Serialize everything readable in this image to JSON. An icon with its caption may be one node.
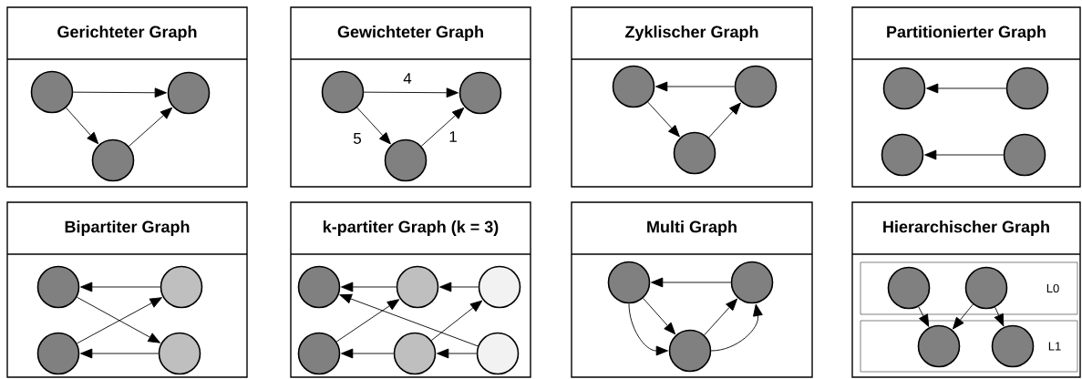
{
  "diagram": {
    "nodes": [
      {
        "text": [
          "Gerichteter Graph"
        ]
      },
      {
        "text": [],
        "shape": "circle",
        "in": 0
      },
      {
        "text": [],
        "shape": "circle",
        "in": 0
      },
      {
        "text": [],
        "shape": "circle",
        "in": 0
      },
      {
        "text": [
          "Gewichteter Graph"
        ]
      },
      {
        "text": [],
        "shape": "circle",
        "in": 4
      },
      {
        "text": [],
        "shape": "circle",
        "in": 4
      },
      {
        "text": [],
        "shape": "circle",
        "in": 4
      },
      {
        "text": [
          "Zyklischer Graph"
        ]
      },
      {
        "text": [],
        "shape": "circle",
        "in": 8
      },
      {
        "text": [],
        "shape": "circle",
        "in": 8
      },
      {
        "text": [],
        "shape": "circle",
        "in": 8
      },
      {
        "text": [
          "Partitionierter Graph"
        ]
      },
      {
        "text": [],
        "shape": "circle",
        "in": 12
      },
      {
        "text": [],
        "shape": "circle",
        "in": 12
      },
      {
        "text": [],
        "shape": "circle",
        "in": 12
      },
      {
        "text": [],
        "shape": "circle",
        "in": 12
      },
      {
        "text": [
          "Bipartiter Graph"
        ]
      },
      {
        "text": [],
        "shape": "circle",
        "in": 17
      },
      {
        "text": [],
        "shape": "circle",
        "in": 17
      },
      {
        "text": [],
        "shape": "circle",
        "in": 17
      },
      {
        "text": [],
        "shape": "circle",
        "in": 17
      },
      {
        "text": [
          "k-partiter Graph (k = 3)"
        ]
      },
      {
        "text": [],
        "shape": "circle",
        "in": 22
      },
      {
        "text": [],
        "shape": "circle",
        "in": 22
      },
      {
        "text": [],
        "shape": "circle",
        "in": 22
      },
      {
        "text": [],
        "shape": "circle",
        "in": 22
      },
      {
        "text": [],
        "shape": "circle",
        "in": 22
      },
      {
        "text": [],
        "shape": "circle",
        "in": 22
      },
      {
        "text": [
          "Multi Graph"
        ]
      },
      {
        "text": [],
        "shape": "circle",
        "in": 29
      },
      {
        "text": [],
        "shape": "circle",
        "in": 29
      },
      {
        "text": [],
        "shape": "circle",
        "in": 29
      },
      {
        "text": [
          "Hierarchischer Graph"
        ]
      },
      {
        "text": [
          "L0"
        ],
        "in": 33
      },
      {
        "text": [],
        "shape": "circle",
        "in": 34
      },
      {
        "text": [],
        "shape": "circle",
        "in": 34
      },
      {
        "text": [
          "L1"
        ],
        "in": 33
      },
      {
        "text": [],
        "shape": "circle",
        "in": 37
      },
      {
        "text": [],
        "shape": "circle",
        "in": 37
      }
    ],
    "edges": [
      {
        "from": 1,
        "to": 2,
        "arrow": "to"
      },
      {
        "from": 1,
        "to": 3,
        "arrow": "to"
      },
      {
        "from": 3,
        "to": 2,
        "arrow": "to"
      },
      {
        "from": 5,
        "to": 6,
        "arrow": "to",
        "label": "4"
      },
      {
        "from": 5,
        "to": 7,
        "arrow": "to",
        "label": "5"
      },
      {
        "from": 7,
        "to": 6,
        "arrow": "to",
        "label": "1"
      },
      {
        "from": 10,
        "to": 9,
        "arrow": "to"
      },
      {
        "from": 9,
        "to": 11,
        "arrow": "to"
      },
      {
        "from": 11,
        "to": 10,
        "arrow": "to"
      },
      {
        "from": 14,
        "to": 13,
        "arrow": "to"
      },
      {
        "from": 16,
        "to": 15,
        "arrow": "to"
      },
      {
        "from": 19,
        "to": 18,
        "arrow": "to"
      },
      {
        "from": 21,
        "to": 20,
        "arrow": "to"
      },
      {
        "from": 18,
        "to": 21,
        "arrow": "to"
      },
      {
        "from": 20,
        "to": 19,
        "arrow": "to"
      },
      {
        "from": 24,
        "to": 23,
        "arrow": "to"
      },
      {
        "from": 25,
        "to": 24,
        "arrow": "to"
      },
      {
        "from": 27,
        "to": 26,
        "arrow": "to"
      },
      {
        "from": 28,
        "to": 27,
        "arrow": "to"
      },
      {
        "from": 26,
        "to": 24,
        "arrow": "to"
      },
      {
        "from": 27,
        "to": 25,
        "arrow": "to"
      },
      {
        "from": 28,
        "to": 23,
        "arrow": "to"
      },
      {
        "from": 31,
        "to": 30,
        "arrow": "to"
      },
      {
        "from": 30,
        "to": 32,
        "arrow": "to"
      },
      {
        "from": 32,
        "to": 31,
        "arrow": "to"
      },
      {
        "from": 30,
        "to": 32,
        "arrow": "to"
      },
      {
        "from": 32,
        "to": 31,
        "arrow": "to"
      },
      {
        "from": 35,
        "to": 38,
        "arrow": "to"
      },
      {
        "from": 36,
        "to": 38,
        "arrow": "to"
      },
      {
        "from": 36,
        "to": 39,
        "arrow": "to"
      }
    ]
  }
}
